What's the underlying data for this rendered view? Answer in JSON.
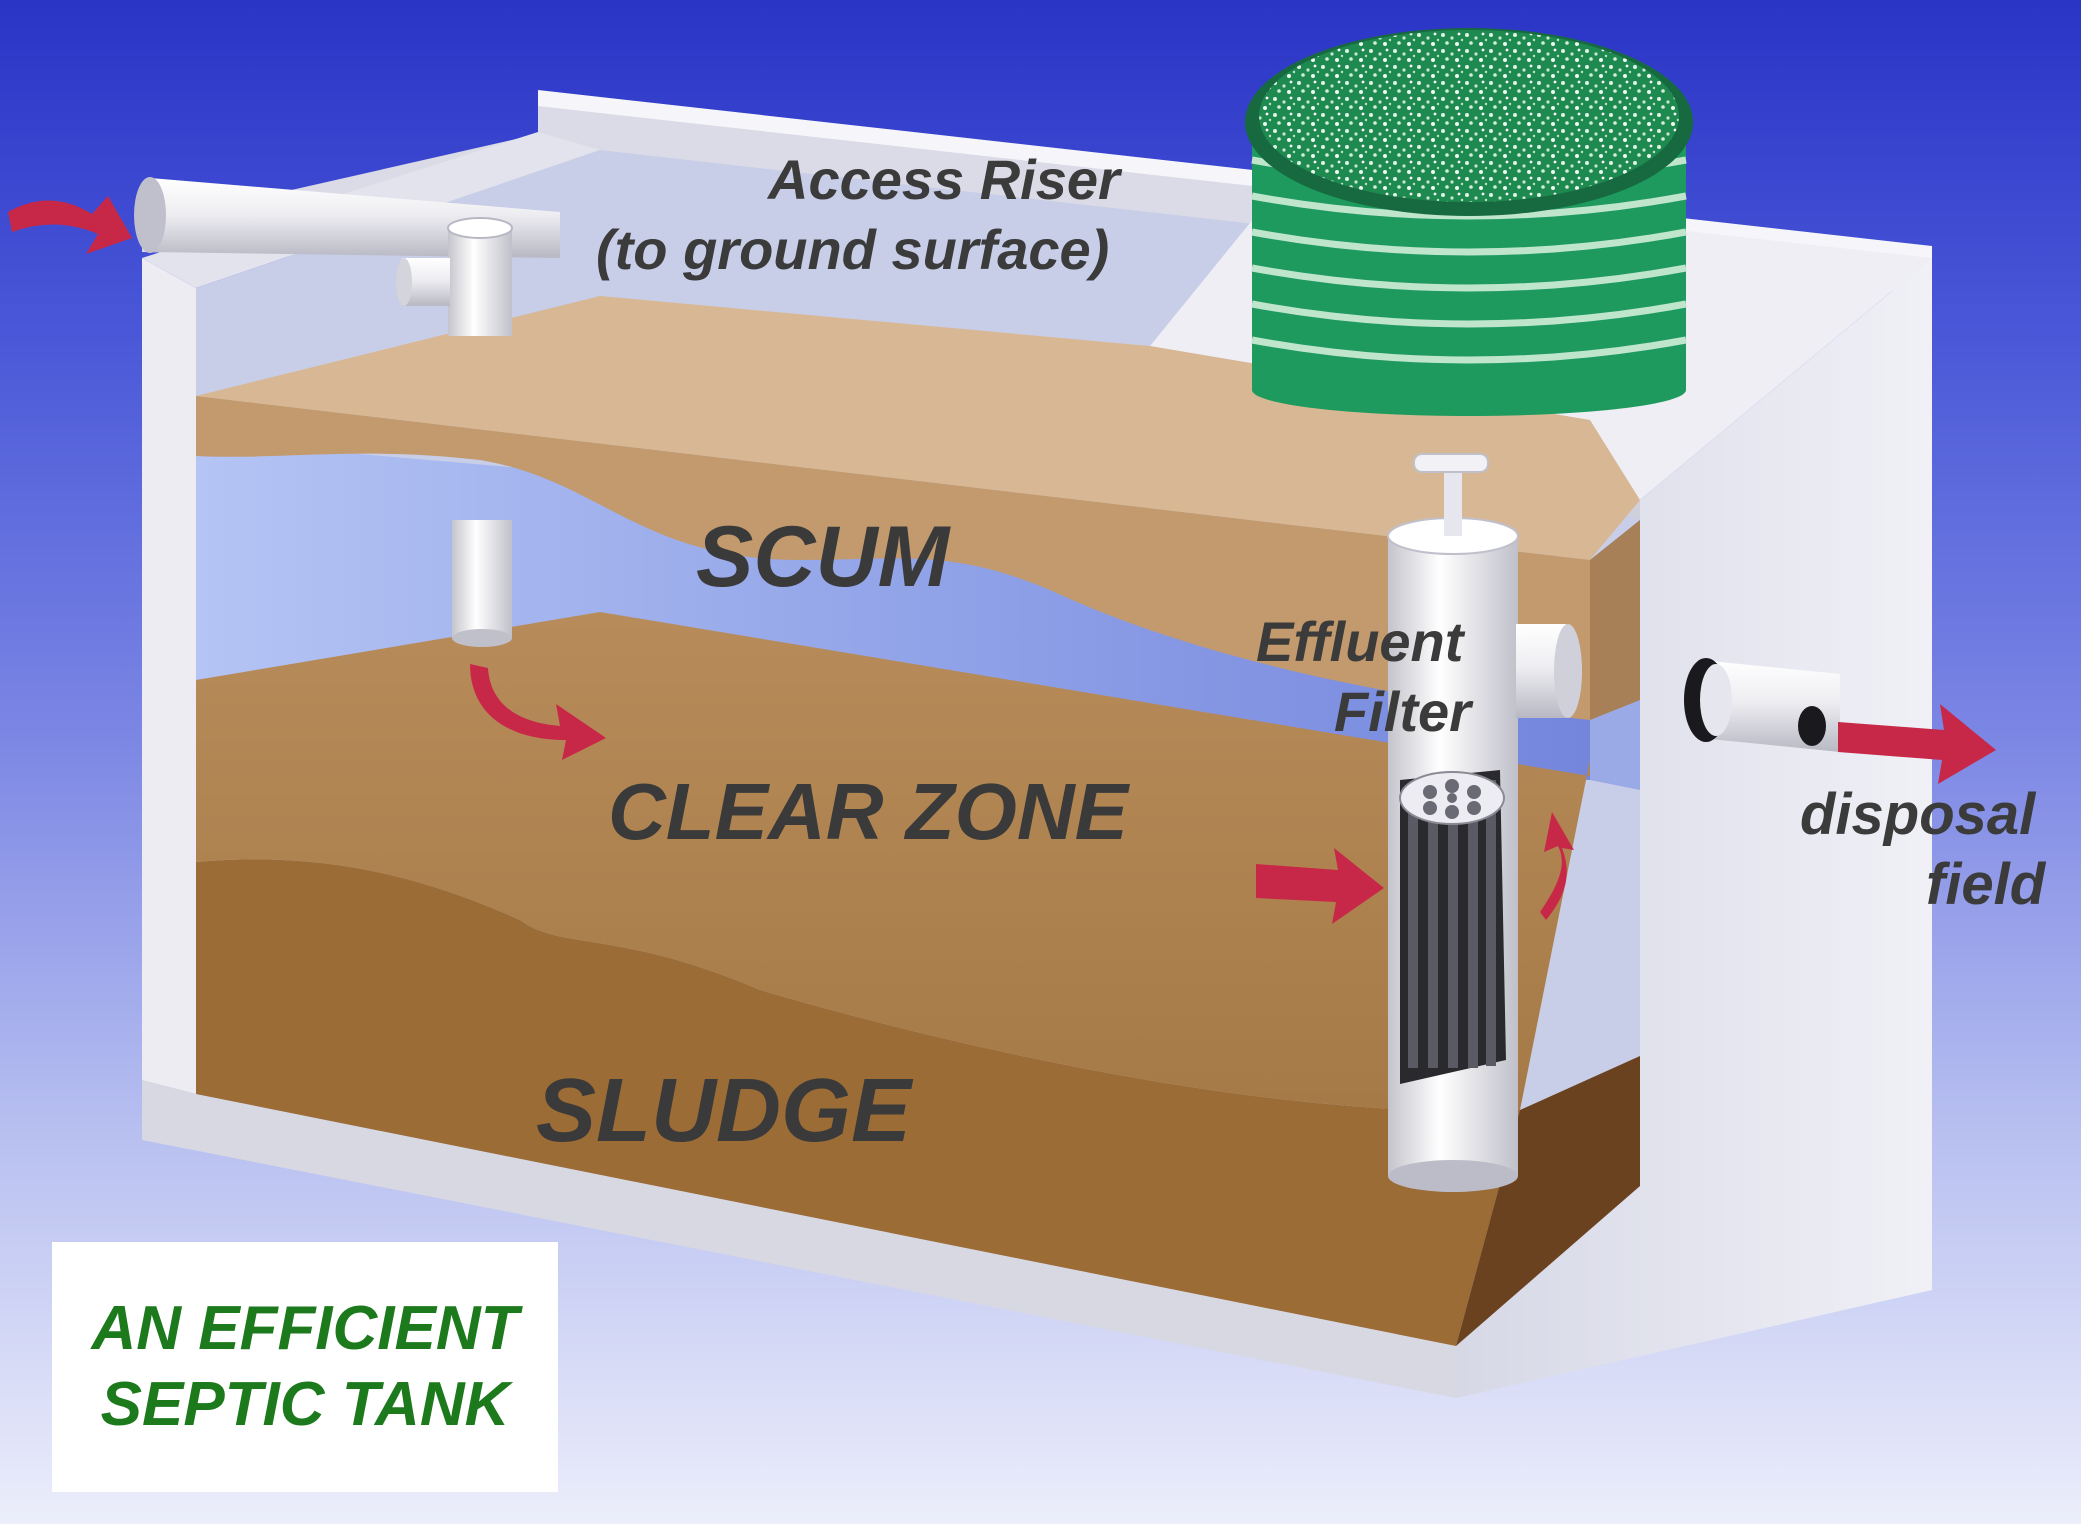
{
  "labels": {
    "access_riser": {
      "line1": "Access Riser",
      "line2": "(to ground surface)"
    },
    "scum": "SCUM",
    "clear_zone": "CLEAR ZONE",
    "sludge": "SLUDGE",
    "effluent_filter": {
      "line1": "Effluent",
      "line2": "Filter"
    },
    "disposal_field": {
      "line1": "disposal",
      "line2": "field"
    }
  },
  "title": {
    "line1": "AN EFFICIENT",
    "line2": "SEPTIC TANK"
  },
  "colors": {
    "background_top": "#2a34c6",
    "background_bottom": "#eceefb",
    "tank_concrete": "#e6e6ee",
    "scum": "#c8a47e",
    "sludge": "#a07440",
    "clear_water": "#a8b8ee",
    "riser_green": "#1e9a5e",
    "flow_arrow": "#c82848",
    "title_text": "#1c7a1c",
    "label_text": "#3b3b3b"
  }
}
